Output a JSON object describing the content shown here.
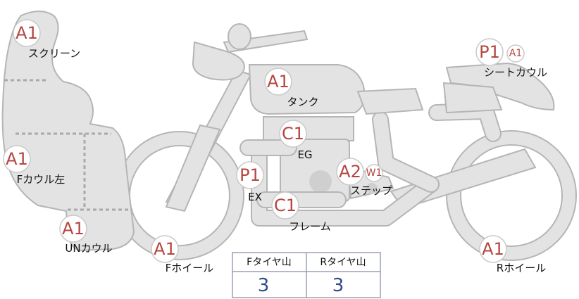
{
  "parts": [
    {
      "id": "screen",
      "label": "スクリーン",
      "badges": [
        "A1"
      ]
    },
    {
      "id": "seat-cowl",
      "label": "シートカウル",
      "badges": [
        "P1",
        "A1"
      ]
    },
    {
      "id": "tank",
      "label": "タンク",
      "badges": [
        "A1"
      ]
    },
    {
      "id": "engine",
      "label": "EG",
      "badges": [
        "C1"
      ]
    },
    {
      "id": "f-cowl-left",
      "label": "Fカウル左",
      "badges": [
        "A1"
      ]
    },
    {
      "id": "exhaust",
      "label": "EX",
      "badges": [
        "P1"
      ]
    },
    {
      "id": "step",
      "label": "ステップ",
      "badges": [
        "A2",
        "W1"
      ]
    },
    {
      "id": "frame",
      "label": "フレーム",
      "badges": [
        "C1"
      ]
    },
    {
      "id": "under-cowl",
      "label": "UNカウル",
      "badges": [
        "A1"
      ]
    },
    {
      "id": "f-wheel",
      "label": "Fホイール",
      "badges": [
        "A1"
      ]
    },
    {
      "id": "r-wheel",
      "label": "Rホイール",
      "badges": [
        "A1"
      ]
    }
  ],
  "tire_table": {
    "headers": [
      "Fタイヤ山",
      "Rタイヤ山"
    ],
    "values": [
      "3",
      "3"
    ]
  },
  "colors": {
    "badge_text": "#b5463f",
    "value_text": "#2f4a8c",
    "part_fill": "#e3e3e3",
    "part_stroke": "#b5b5b5"
  }
}
